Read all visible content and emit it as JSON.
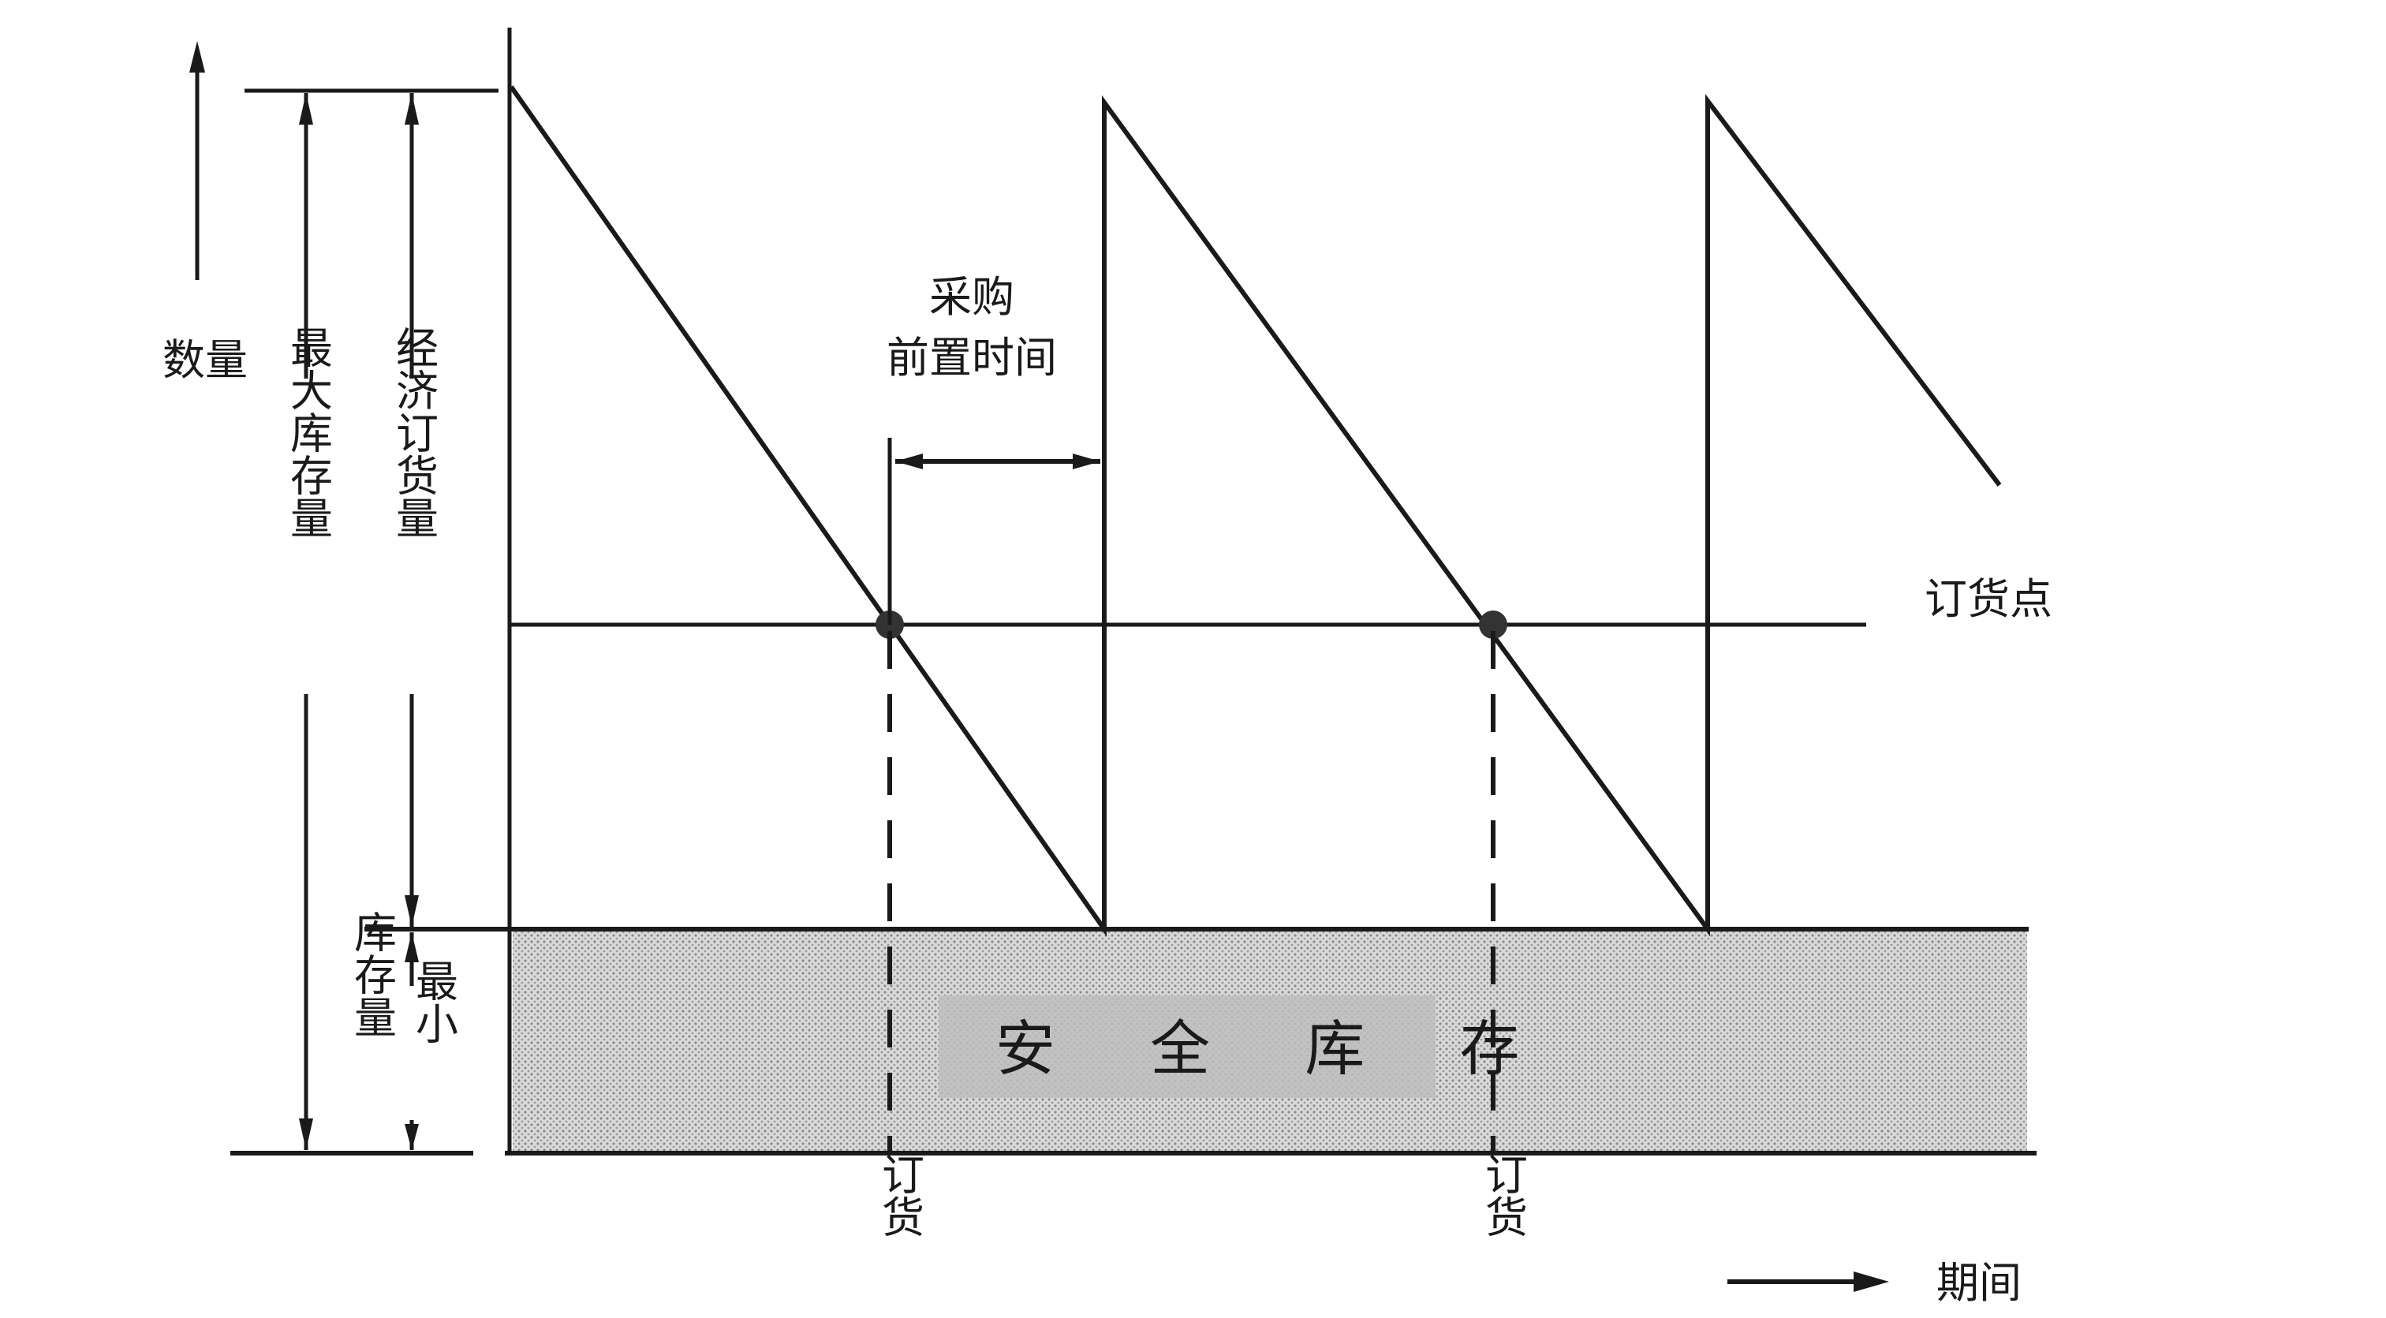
{
  "quantity_axis_label": "数量",
  "max_inventory_label": "最大库存量",
  "eoq_label": "经济订货量",
  "min_inventory_label_col1": "最小",
  "min_inventory_label_col2": "库存量",
  "lead_time_label_line1": "采购",
  "lead_time_label_line2": "前置时间",
  "reorder_point_label": "订货点",
  "safety_stock_label": "安 全 库 存",
  "order_marker_1": "订货",
  "order_marker_2": "订货",
  "time_axis_label": "期间",
  "colors": {
    "ink": "#1a1a1a",
    "safety_fill": "#cfcfcf",
    "safety_label_bg": "#b8b8b8"
  }
}
